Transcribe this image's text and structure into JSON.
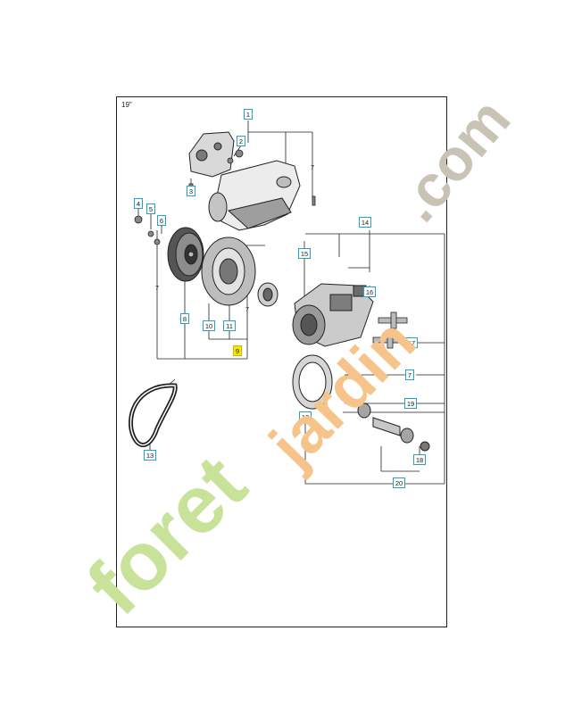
{
  "diagram": {
    "size_label": "19\"",
    "callouts": [
      {
        "id": "c1",
        "text": "1",
        "style": "box"
      },
      {
        "id": "c2",
        "text": "2",
        "style": "box"
      },
      {
        "id": "c3",
        "text": "3",
        "style": "box"
      },
      {
        "id": "c4",
        "text": "4",
        "style": "box"
      },
      {
        "id": "c5",
        "text": "5",
        "style": "box"
      },
      {
        "id": "c6",
        "text": "6",
        "style": "box"
      },
      {
        "id": "c7a",
        "text": "7",
        "style": "plain"
      },
      {
        "id": "c7b",
        "text": "7",
        "style": "plain"
      },
      {
        "id": "c7c",
        "text": "7",
        "style": "plain"
      },
      {
        "id": "c7d",
        "text": "7",
        "style": "box"
      },
      {
        "id": "c8",
        "text": "8",
        "style": "box"
      },
      {
        "id": "c9",
        "text": "9",
        "style": "highlight"
      },
      {
        "id": "c10",
        "text": "10",
        "style": "box"
      },
      {
        "id": "c11",
        "text": "11",
        "style": "box"
      },
      {
        "id": "c12",
        "text": "12",
        "style": "box"
      },
      {
        "id": "c13",
        "text": "13",
        "style": "box"
      },
      {
        "id": "c14",
        "text": "14",
        "style": "box"
      },
      {
        "id": "c15",
        "text": "15",
        "style": "box"
      },
      {
        "id": "c16",
        "text": "16",
        "style": "box"
      },
      {
        "id": "c17",
        "text": "17",
        "style": "box"
      },
      {
        "id": "c18",
        "text": "18",
        "style": "box"
      },
      {
        "id": "c19",
        "text": "19",
        "style": "box"
      },
      {
        "id": "c20",
        "text": "20",
        "style": "box"
      }
    ]
  },
  "watermark": {
    "part1": "foret",
    "part2": "jardin",
    "part3": ".com",
    "colors": {
      "part1": "#c8e29a",
      "part2": "#f6c48a",
      "part3": "#c9c3b6"
    }
  },
  "colors": {
    "callout_border": "#21a3c9",
    "highlight": "#f7e600",
    "line": "#222222"
  }
}
